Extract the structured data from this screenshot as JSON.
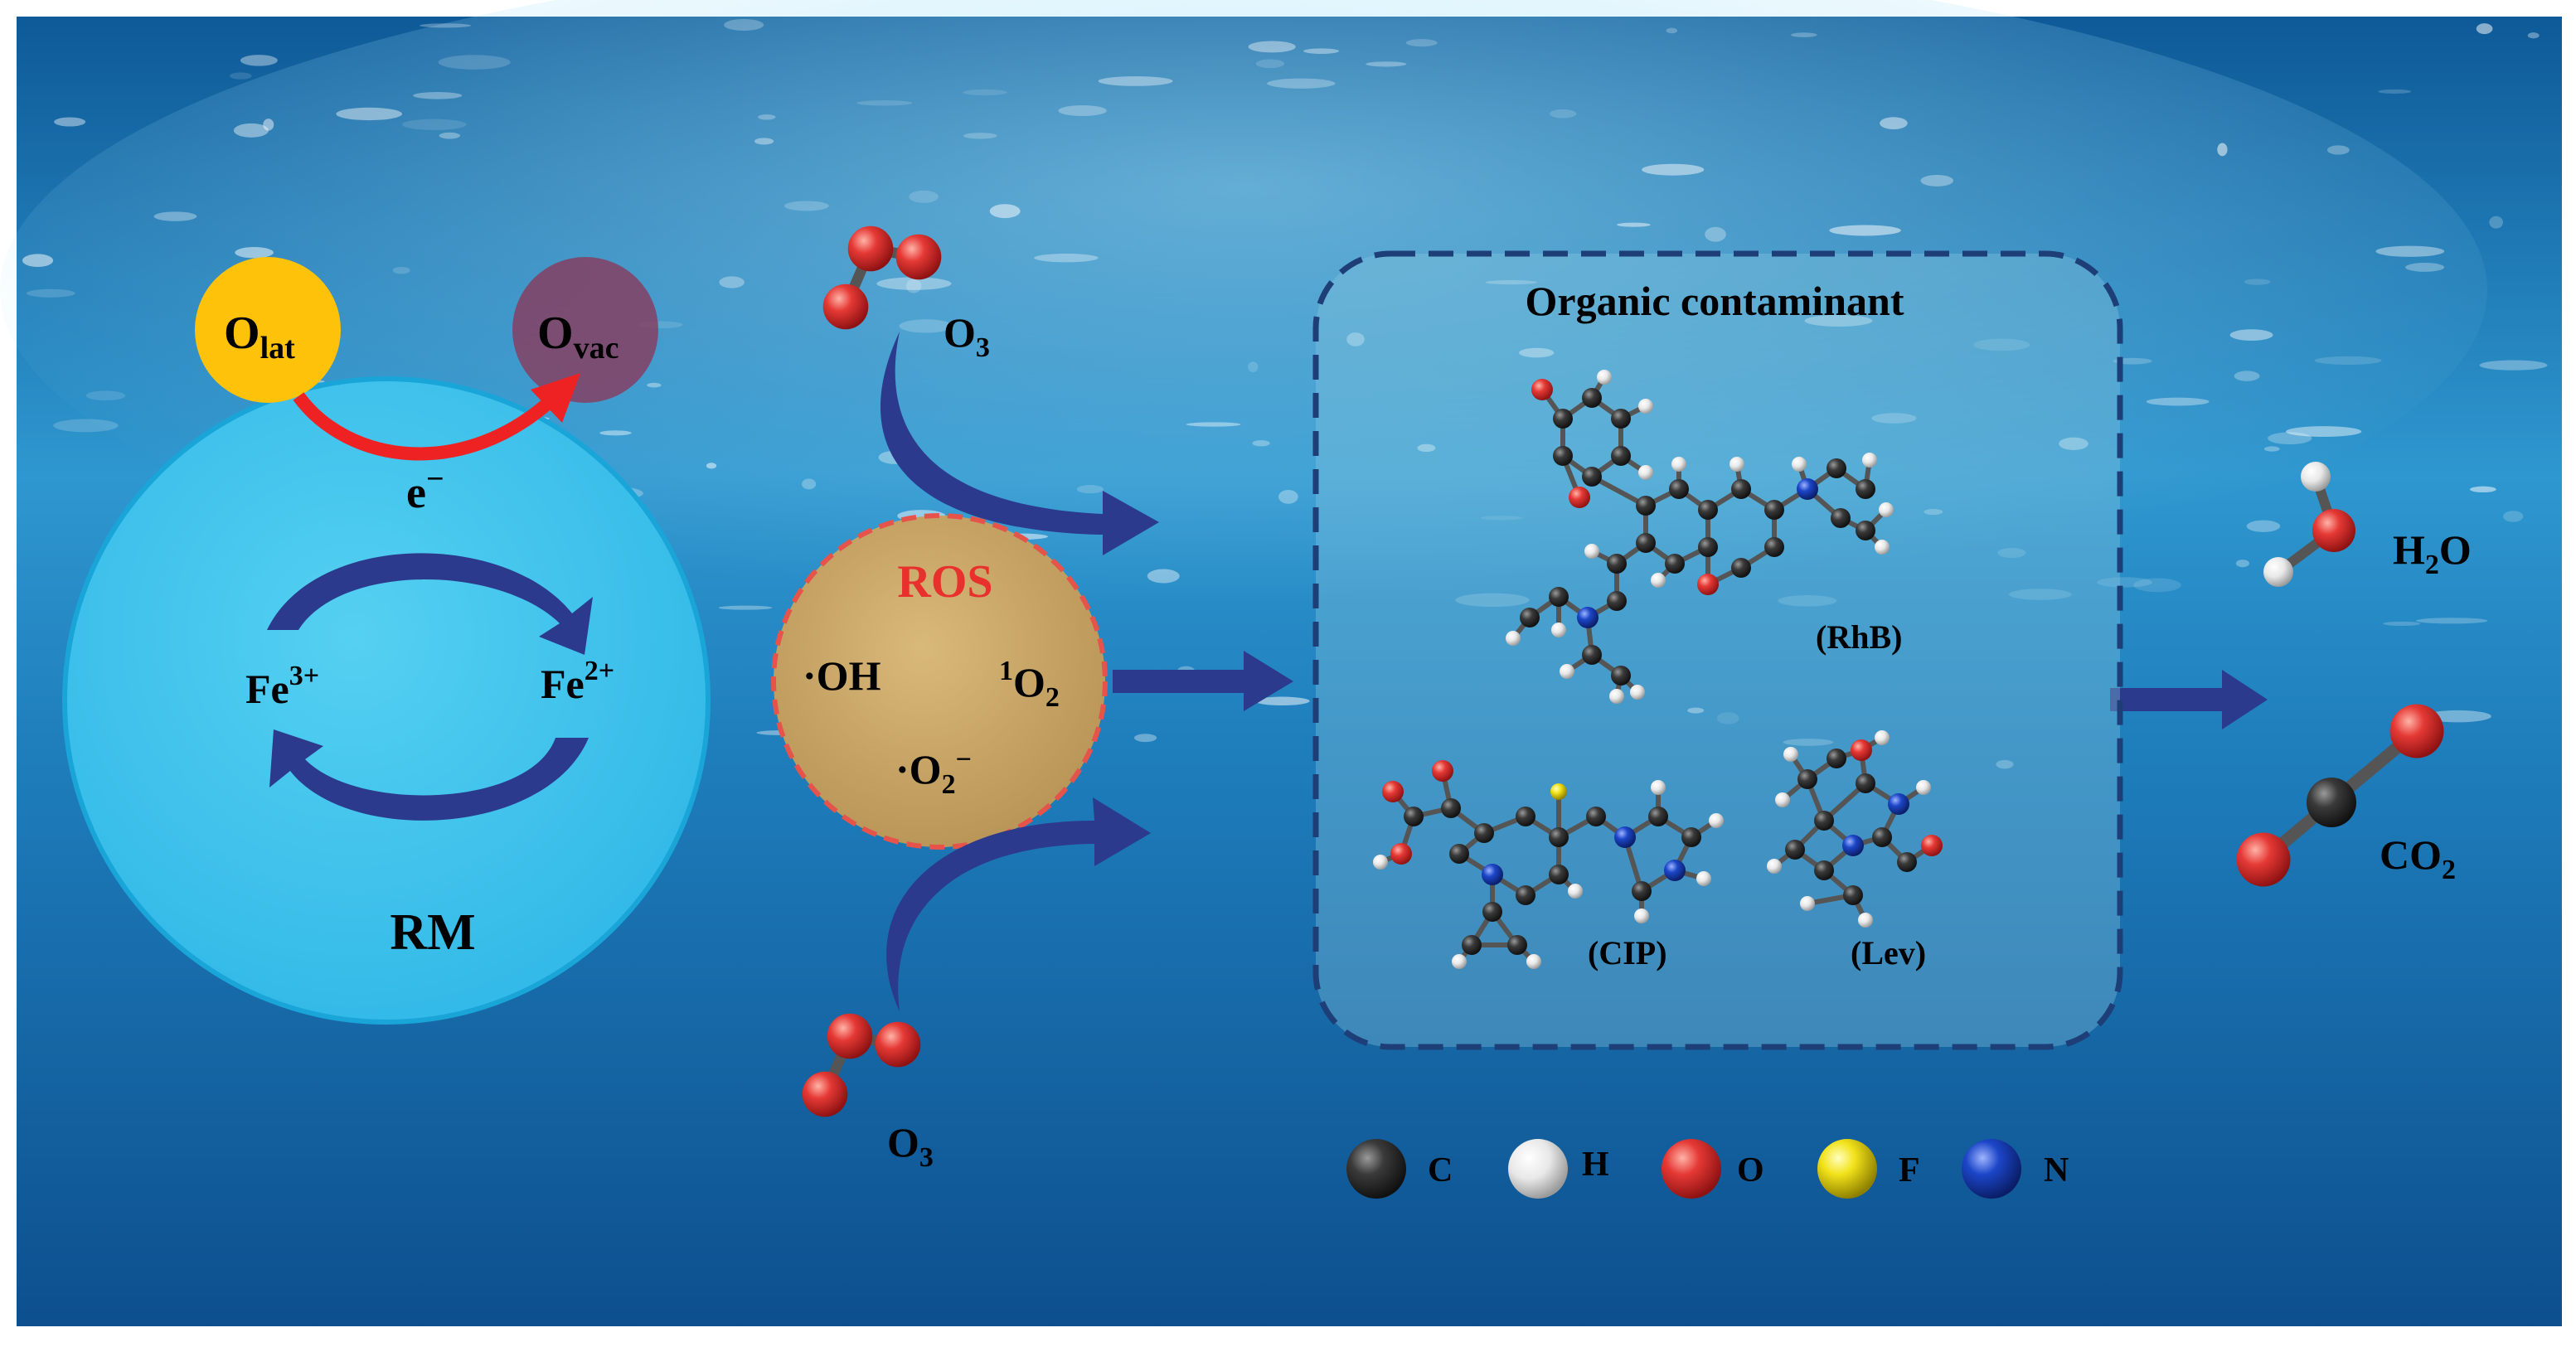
{
  "catalyst": {
    "label": "RM",
    "electron": "e",
    "electron_sup": "−",
    "lattice_oxygen": {
      "base": "O",
      "sub": "lat"
    },
    "oxygen_vacancy": {
      "base": "O",
      "sub": "vac"
    },
    "fe3": {
      "base": "Fe",
      "sup": "3+"
    },
    "fe2": {
      "base": "Fe",
      "sup": "2+"
    }
  },
  "ozone": {
    "base": "O",
    "sub": "3"
  },
  "ros": {
    "title": "ROS",
    "hydroxyl": "·OH",
    "singlet": {
      "sup": "1",
      "base": "O",
      "sub": "2"
    },
    "superoxide": {
      "base": "·O",
      "sub": "2",
      "sup": "−"
    }
  },
  "contaminant": {
    "title": "Organic contaminant",
    "rhb": "(RhB)",
    "cip": "(CIP)",
    "lev": "(Lev)"
  },
  "products": {
    "water": {
      "a": "H",
      "sub": "2",
      "b": "O"
    },
    "co2": {
      "a": "CO",
      "sub": "2"
    }
  },
  "legend": [
    {
      "label": "C",
      "color": "#3a3a3a"
    },
    {
      "label": "H",
      "color": "#f2f2f2"
    },
    {
      "label": "O",
      "color": "#e53935"
    },
    {
      "label": "F",
      "color": "#f2e21a"
    },
    {
      "label": "N",
      "color": "#1c46c8"
    }
  ],
  "colors": {
    "water_top": "#0f5f9e",
    "water_mid": "#2a8fc8",
    "catalyst": "#3fc3ec",
    "lattice_oxygen": "#ffc20a",
    "vacancy": "#8a3a5c",
    "ros_fill": "#c7a468",
    "ros_border": "#e5534b",
    "ros_text": "#e8302c",
    "arrow_navy": "#2b3a8c",
    "electron_arrow": "#ee2222"
  }
}
